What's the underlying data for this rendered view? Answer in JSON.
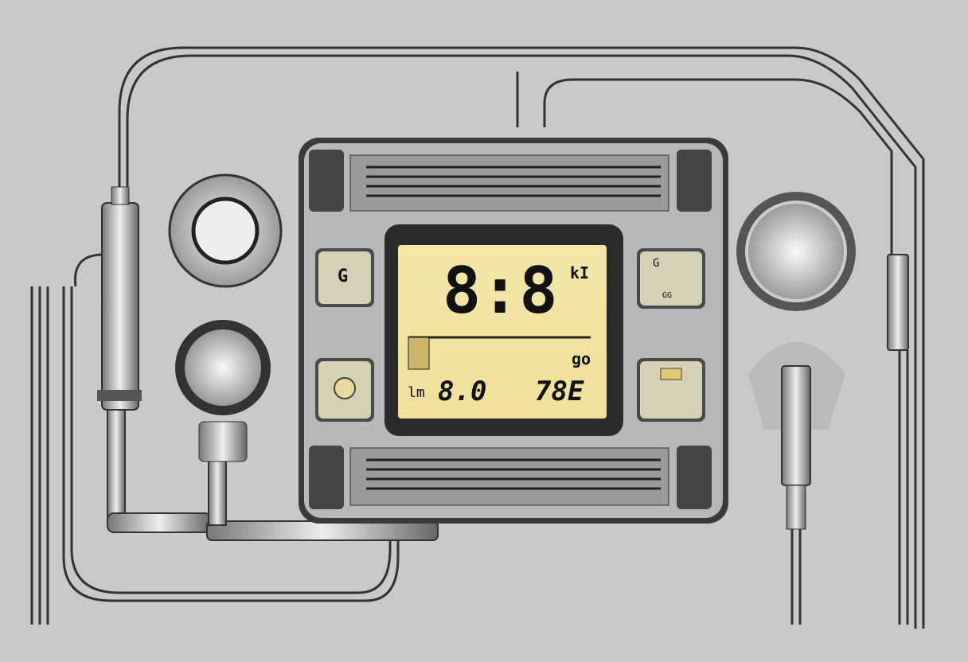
{
  "display": {
    "main_reading": "8:8",
    "unit_top": "kI",
    "unit_right": "go",
    "label_left": "lm",
    "reading_left": "8.0",
    "reading_right": "78E"
  },
  "buttons": {
    "top_left": "G",
    "top_right": "G",
    "top_right_sub": "GG"
  },
  "colors": {
    "background": "#c9c9c9",
    "lcd": "#f1e29a",
    "panel": "#b8b8b8",
    "bezel": "#3a3a3a"
  }
}
